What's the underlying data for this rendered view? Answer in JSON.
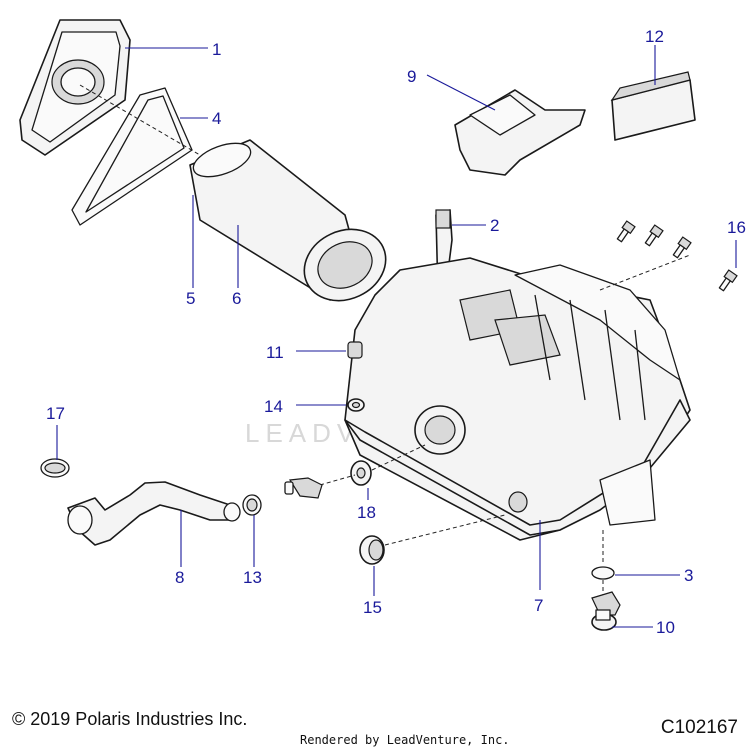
{
  "watermark": "LEADVENTURE",
  "callouts": {
    "c1": "1",
    "c2": "2",
    "c3": "3",
    "c4": "4",
    "c5": "5",
    "c6": "6",
    "c7": "7",
    "c8": "8",
    "c9": "9",
    "c10": "10",
    "c11": "11",
    "c12": "12",
    "c13": "13",
    "c14": "14",
    "c15": "15",
    "c16": "16",
    "c17": "17",
    "c18": "18"
  },
  "footer": {
    "copyright": "© 2019 Polaris Industries Inc.",
    "rendered_by": "Rendered by LeadVenture, Inc.",
    "diagram_code": "C102167"
  },
  "colors": {
    "callout": "#1a1a9a",
    "line": "#1a1a1a"
  }
}
